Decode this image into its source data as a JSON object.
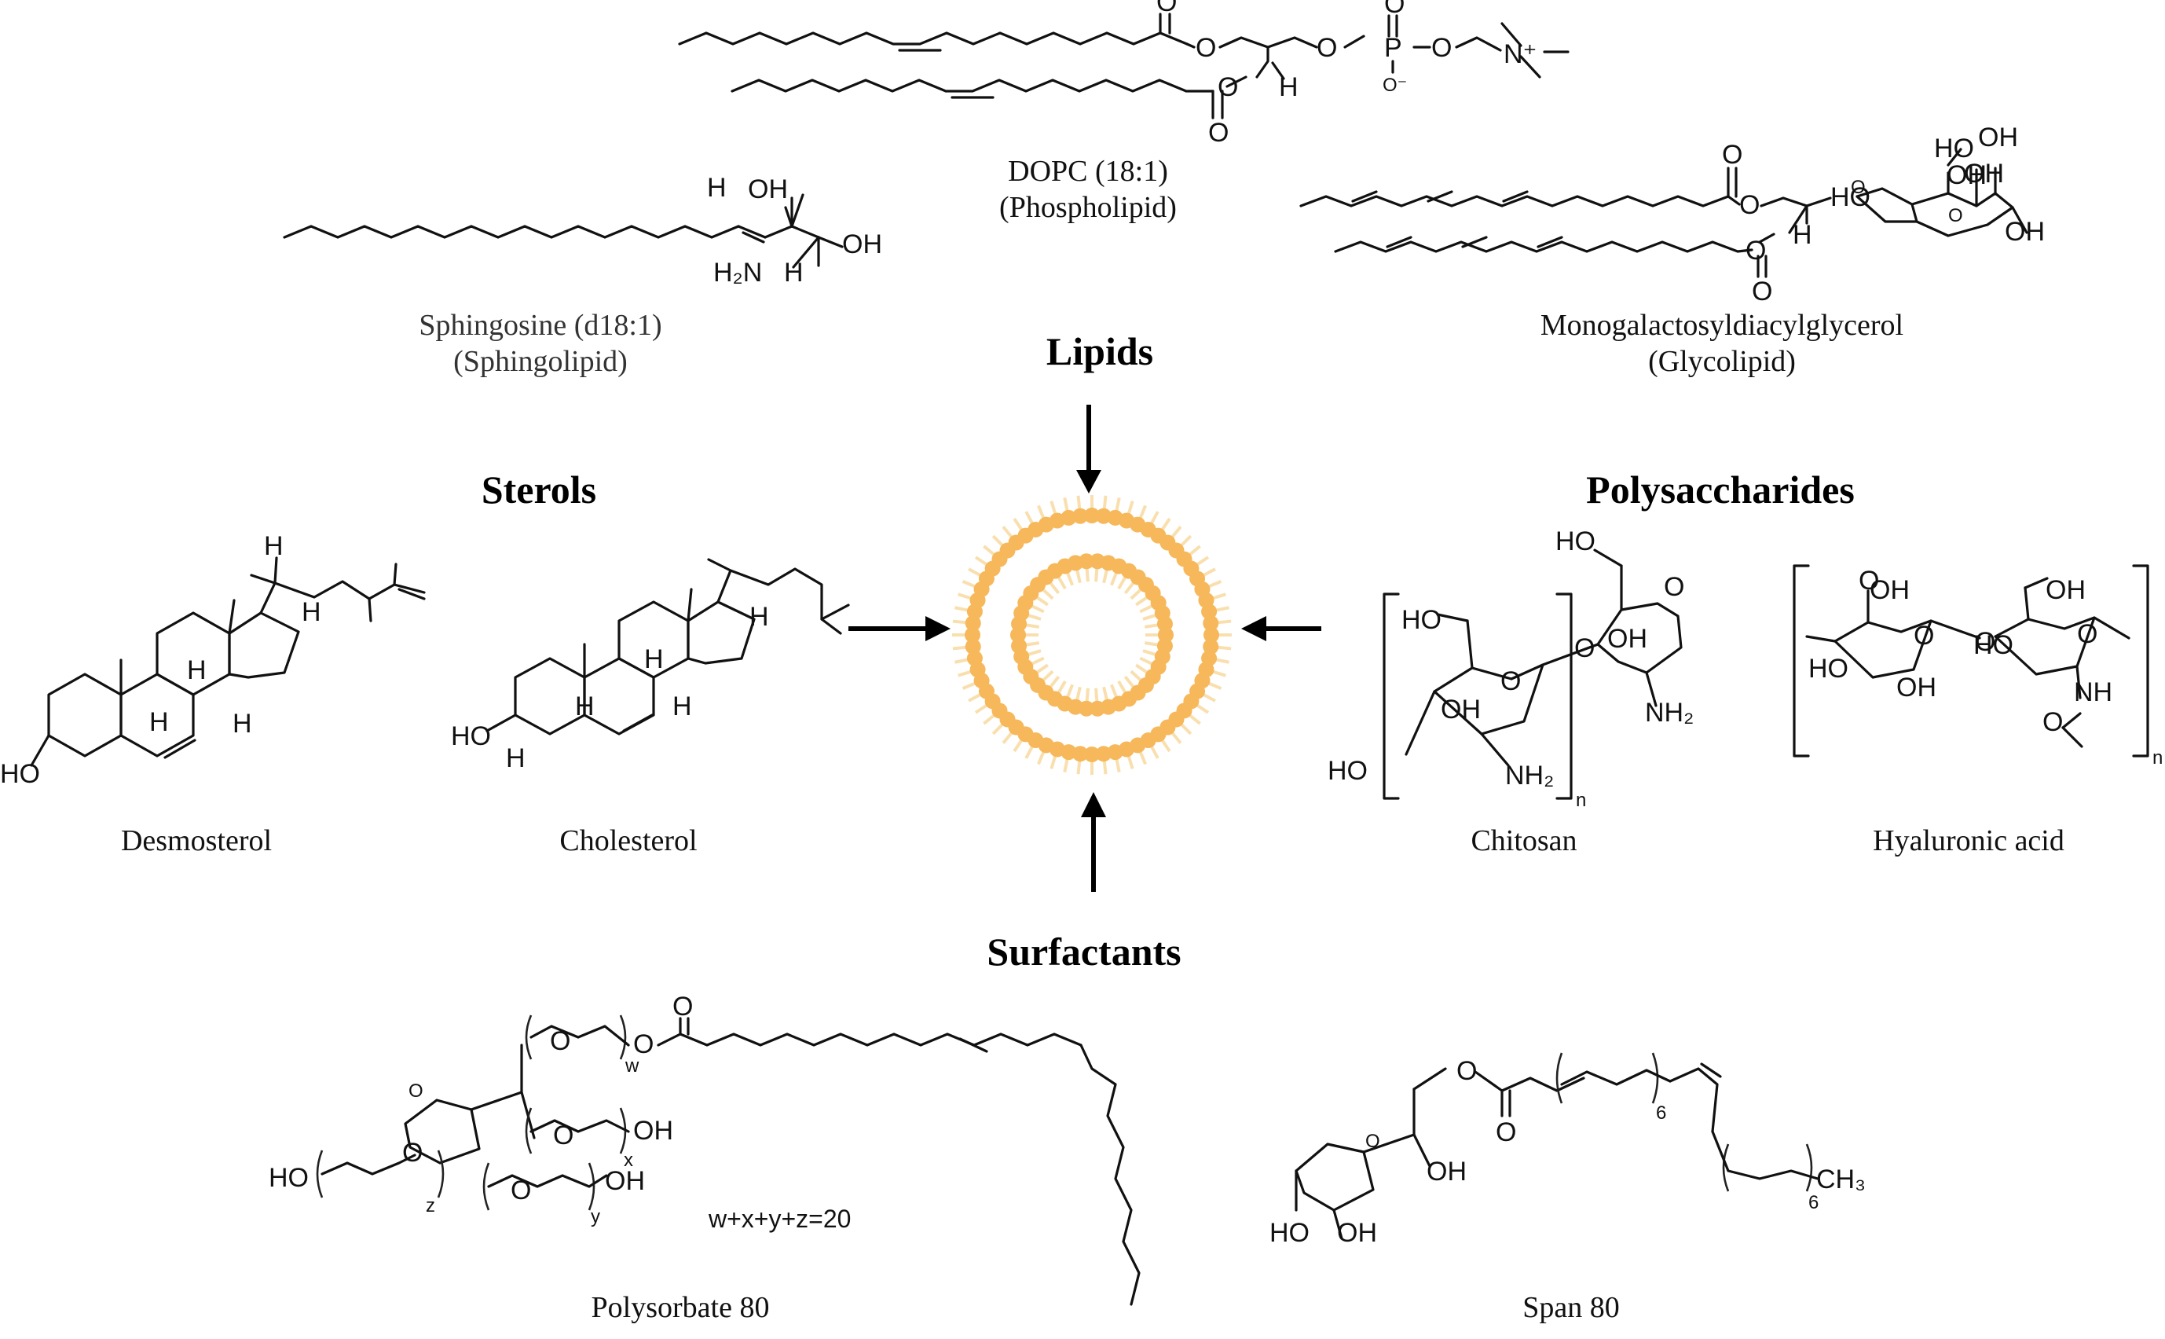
{
  "categories": {
    "lipids": "Lipids",
    "sterols": "Sterols",
    "polysaccharides": "Polysaccharides",
    "surfactants": "Surfactants"
  },
  "molecules": {
    "dopc": {
      "name": "DOPC (18:1)",
      "class": "(Phospholipid)"
    },
    "sphingosine": {
      "name": "Sphingosine (d18:1)",
      "class": "(Sphingolipid)"
    },
    "mgdg": {
      "name": "Monogalactosyldiacylglycerol",
      "class": "(Glycolipid)"
    },
    "desmosterol": {
      "name": "Desmosterol"
    },
    "cholesterol": {
      "name": "Cholesterol"
    },
    "chitosan": {
      "name": "Chitosan"
    },
    "hyaluronic": {
      "name": "Hyaluronic acid"
    },
    "polysorbate": {
      "name": "Polysorbate 80",
      "equation": "w+x+y+z=20"
    },
    "span": {
      "name": "Span 80"
    }
  },
  "atoms": {
    "O": "O",
    "OH": "OH",
    "HO": "HO",
    "H": "H",
    "P": "P",
    "N": "N",
    "Oneg": "O⁻",
    "Nplus": "N⁺",
    "NH2": "NH₂",
    "H2N": "H₂N",
    "NH": "NH",
    "CH3": "CH₃",
    "n": "n",
    "w": "w",
    "x": "x",
    "y": "y",
    "z": "z",
    "six": "6"
  },
  "colors": {
    "liposome_head": "#f6b85a",
    "liposome_tail": "#f9dfae",
    "ink": "#111111"
  }
}
